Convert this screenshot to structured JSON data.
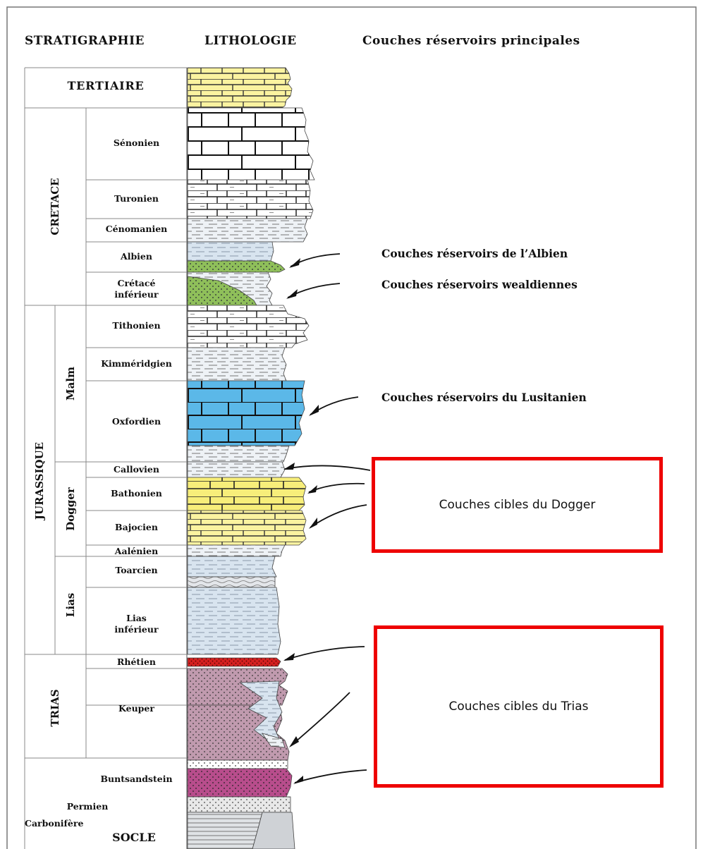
{
  "headers": {
    "stratigraphie": "STRATIGRAPHIE",
    "lithologie": "LITHOLOGIE",
    "reservoirs": "Couches réservoirs principales"
  },
  "systems": {
    "tertiaire": "TERTIAIRE",
    "cretace": "CRETACE",
    "jurassique": "JURASSIQUE",
    "trias": "TRIAS",
    "socle": "SOCLE"
  },
  "series": {
    "malm": "Malm",
    "dogger": "Dogger",
    "lias": "Lias"
  },
  "stages": {
    "senonien": "Sénonien",
    "turonien": "Turonien",
    "cenomanien": "Cénomanien",
    "albien": "Albien",
    "cretace_inferieur_1": "Crétacé",
    "cretace_inferieur_2": "inférieur",
    "tithonien": "Tithonien",
    "kimmeridgien": "Kimméridgien",
    "oxfordien": "Oxfordien",
    "callovien": "Callovien",
    "bathonien": "Bathonien",
    "bajocien": "Bajocien",
    "aalenien": "Aalénien",
    "toarcien": "Toarcien",
    "lias_inferieur_1": "Lias",
    "lias_inferieur_2": "inférieur",
    "rhetien": "Rhétien",
    "keuper": "Keuper",
    "buntsandstein": "Buntsandstein",
    "permien": "Permien",
    "carbonifere": "Carbonifère"
  },
  "annotations": {
    "albien": "Couches réservoirs de l’Albien",
    "wealdiennes": "Couches réservoirs wealdiennes",
    "lusitanien": "Couches réservoirs du Lusitanien"
  },
  "targets": {
    "dogger": "Couches cibles du Dogger",
    "trias": "Couches cibles du Trias"
  },
  "colors": {
    "border_red": "#ee0000",
    "yellow": "#f5ec6a",
    "blue": "#5bb8e8",
    "pale_blue": "#d8e4ef",
    "green": "#8fbf5a",
    "mauve": "#c09aae",
    "magenta": "#b84d8c",
    "red_layer": "#d42020",
    "grey": "#cfd2d6"
  }
}
